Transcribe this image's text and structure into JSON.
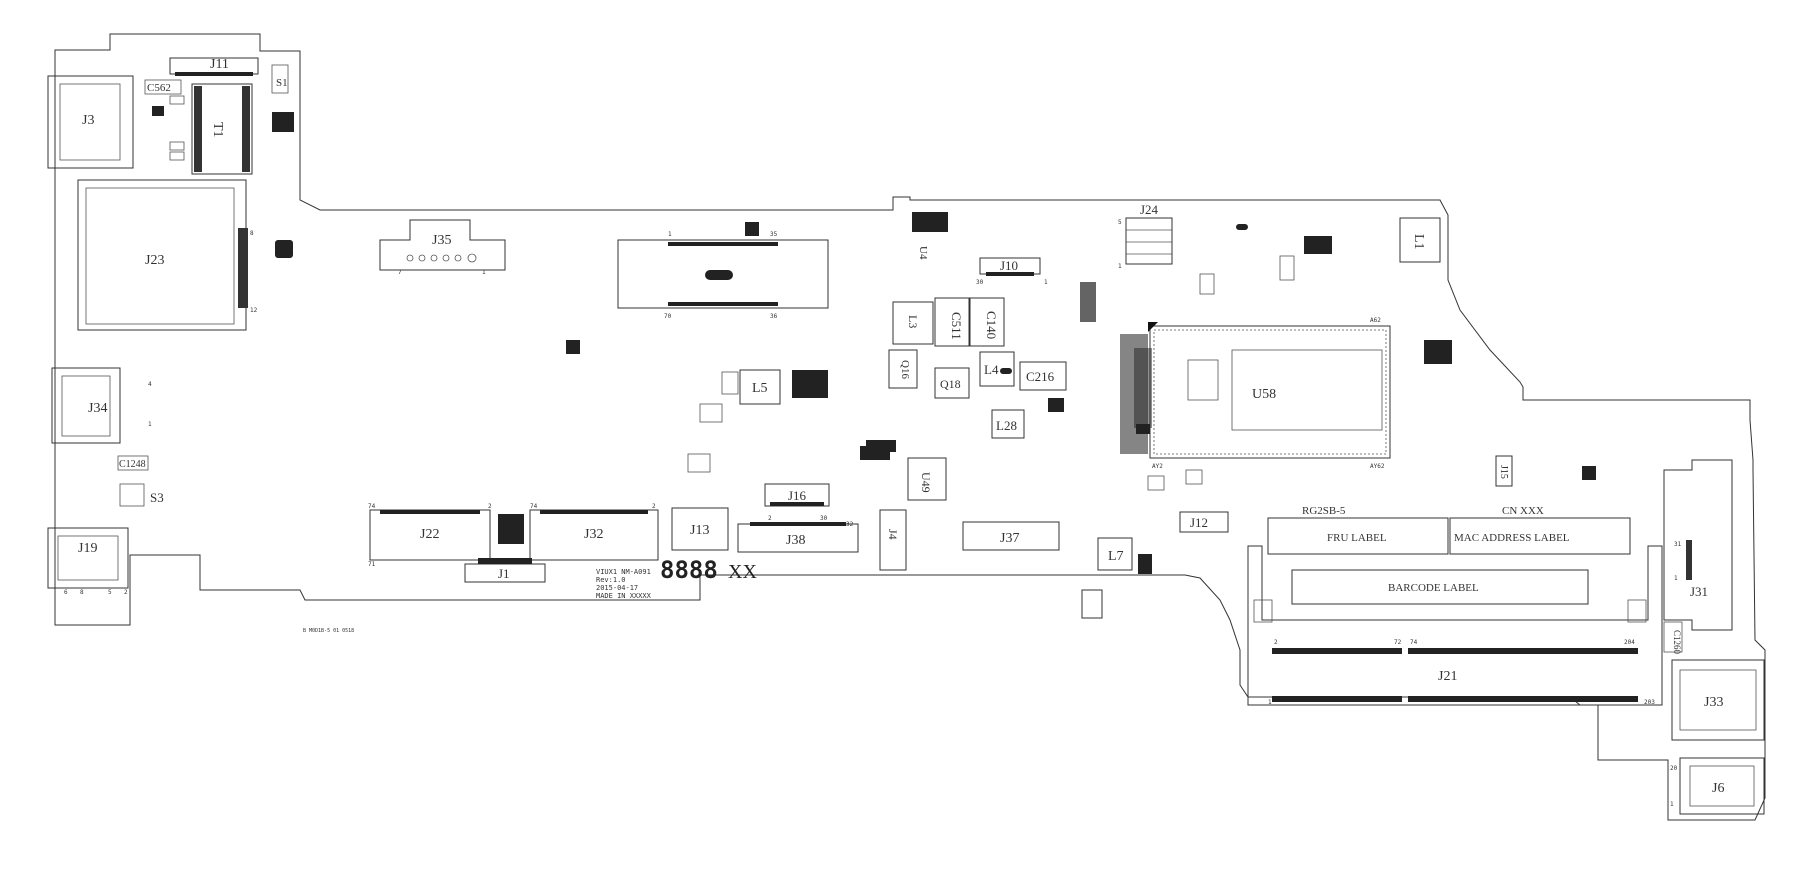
{
  "board_texts": {
    "rg2sb": "RG2SB-5",
    "cn": "CN XXX",
    "fru_label": "FRU LABEL",
    "mac_label": "MAC ADDRESS LABEL",
    "barcode_label": "BARCODE LABEL",
    "marking_line1": "VIUX1 NM-A091",
    "marking_line2": "Rev:1.0",
    "marking_line3": "2015-04-17",
    "marking_line4": "MADE IN XXXXX",
    "big_digits": "8888",
    "big_xx": "XX",
    "side_note": "B M0D1B-5 01 0518"
  },
  "components": {
    "J3": "J3",
    "J11": "J11",
    "S1": "S1",
    "C562": "C562",
    "T1": "T1",
    "J23": "J23",
    "J35": "J35",
    "J34": "J34",
    "C1248": "C1248",
    "S3": "S3",
    "J19": "J19",
    "J22": "J22",
    "J32": "J32",
    "J1": "J1",
    "J13": "J13",
    "J38": "J38",
    "J4": "J4",
    "J16": "J16",
    "L5": "L5",
    "U49": "U49",
    "J37": "J37",
    "J10": "J10",
    "L3": "L3",
    "C511": "C511",
    "C140": "C140",
    "Q16": "Q16",
    "Q18": "Q18",
    "L4": "L4",
    "C216": "C216",
    "L28": "L28",
    "J24": "J24",
    "U58": "U58",
    "L1": "L1",
    "L7": "L7",
    "J12": "J12",
    "J15": "J15",
    "J21": "J21",
    "J31": "J31",
    "C1260": "C1260",
    "J33": "J33",
    "J6": "J6",
    "U4": "U4"
  },
  "pin_labels": {
    "j23_top": "8",
    "j23_bottom": "12",
    "j34_top": "4",
    "j34_bottom": "1",
    "j22_left": "74",
    "j22_right": "2",
    "j22_bottom": "71",
    "j32_left": "74",
    "j32_right": "2",
    "j38_left": "2",
    "j38_right": "32",
    "j38_right2": "30",
    "j35_left": "7",
    "j35_right": "1",
    "conn_top_left": "1",
    "conn_top_right": "35",
    "conn_bot_left": "70",
    "conn_bot_right": "36",
    "j21_left": "2",
    "j21_mid": "72",
    "j21_mid2": "74",
    "j21_right": "204",
    "j21_bot_left": "1",
    "j21_bot_right": "203",
    "j31_top": "31",
    "j31_bottom": "1",
    "u58_corner1": "A62",
    "u58_corner2": "AY2",
    "u58_corner3": "AY62",
    "j19_a": "6",
    "j19_b": "8",
    "j19_c": "5",
    "j19_d": "2",
    "j6_top": "20",
    "j6_bot": "1",
    "j10_left": "30",
    "j10_right": "1",
    "j24_top": "5",
    "j24_bottom": "1"
  }
}
